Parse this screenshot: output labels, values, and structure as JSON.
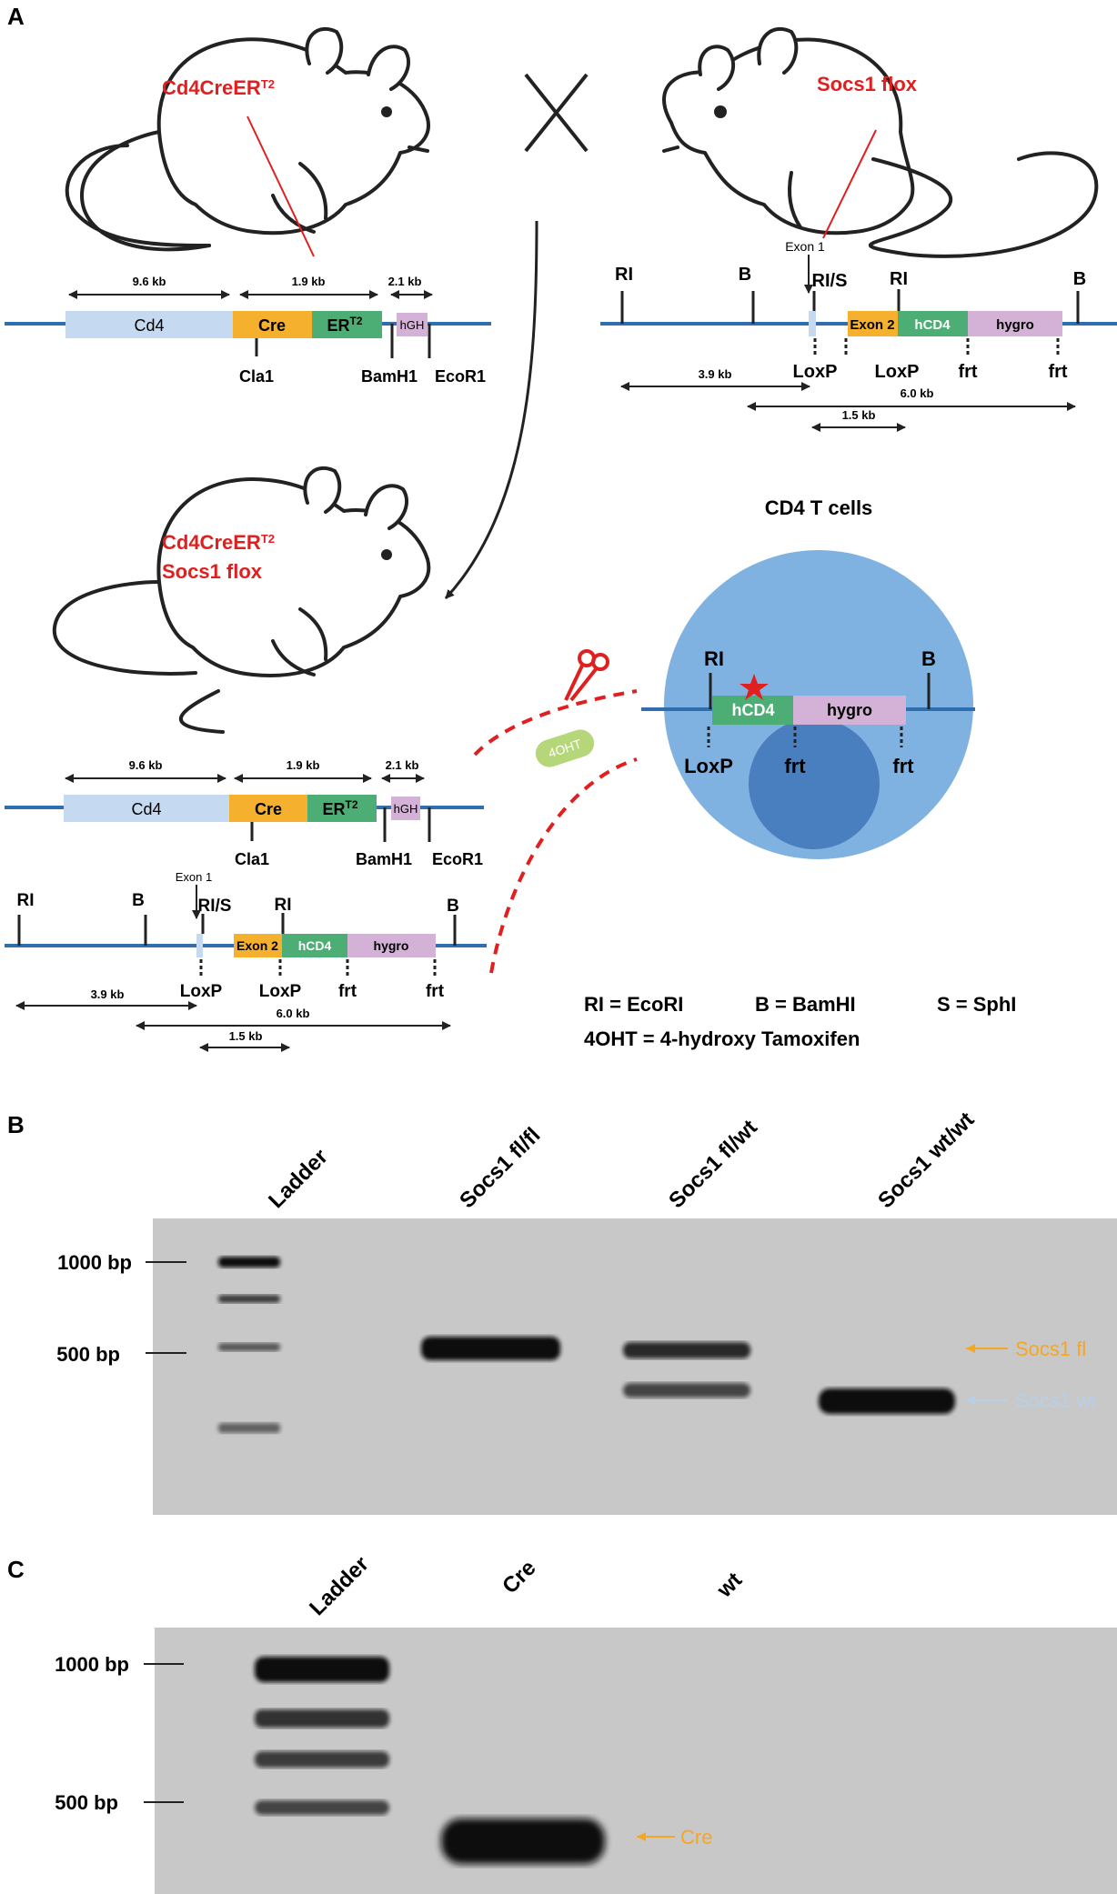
{
  "panels": {
    "a": "A",
    "b": "B",
    "c": "C"
  },
  "mice": {
    "parent1": {
      "label": "Cd4CreER",
      "sup": "T2"
    },
    "cross": "×",
    "parent2": {
      "label": "Socs1 flox"
    },
    "offspring": {
      "line1": "Cd4CreER",
      "sup": "T2",
      "line2": "Socs1 flox"
    }
  },
  "cd4_construct": {
    "blocks": {
      "cd4": "Cd4",
      "cre": "Cre",
      "er": "ER",
      "er_sup": "T2",
      "hgh": "hGH"
    },
    "distances": {
      "d1": "9.6 kb",
      "d2": "1.9 kb",
      "d3": "2.1 kb"
    },
    "sites": {
      "cla1": "Cla1",
      "bamh1": "BamH1",
      "ecor1": "EcoR1"
    }
  },
  "socs1_construct": {
    "top": {
      "ri": "RI",
      "b": "B",
      "ris": "RI/S",
      "ri2": "RI",
      "b2": "B",
      "exon1": "Exon 1"
    },
    "blocks": {
      "exon2": "Exon 2",
      "hcd4": "hCD4",
      "hygro": "hygro"
    },
    "bottom": {
      "loxp1": "LoxP",
      "loxp2": "LoxP",
      "frt1": "frt",
      "frt2": "frt"
    },
    "distances": {
      "d1": "3.9 kb",
      "d2": "6.0 kb",
      "d3": "1.5 kb"
    }
  },
  "tcell": {
    "title": "CD4 T cells",
    "top": {
      "ri": "RI",
      "b": "B"
    },
    "blocks": {
      "hcd4": "hCD4",
      "hygro": "hygro"
    },
    "bottom": {
      "loxp": "LoxP",
      "frt1": "frt",
      "frt2": "frt"
    },
    "drug": "4OHT"
  },
  "legend": {
    "ri": "RI = EcoRI",
    "b": "B = BamHI",
    "s": "S = SphI",
    "ohtl": "4OHT = 4-hydroxy Tamoxifen"
  },
  "gel_b": {
    "lanes": [
      "Ladder",
      "Socs1 fl/fl",
      "Socs1 fl/wt",
      "Socs1 wt/wt"
    ],
    "markers": [
      "1000 bp",
      "500 bp"
    ],
    "arrows": {
      "fl": "Socs1 fl",
      "wt": "Socs1 wt"
    },
    "colors": {
      "fl": "#f5a623",
      "wt": "#b8cfe8"
    }
  },
  "gel_c": {
    "lanes": [
      "Ladder",
      "Cre",
      "wt"
    ],
    "markers": [
      "1000 bp",
      "500 bp"
    ],
    "arrows": {
      "cre": "Cre"
    }
  },
  "colors": {
    "line": "#2f6fb0",
    "cd4": "#c5d9f1",
    "cre": "#f5b02e",
    "er": "#4cae74",
    "hgh": "#d4b1d6",
    "red": "#e02020",
    "cell_outer": "#7fb2e0",
    "cell_inner": "#4a7fbf"
  }
}
